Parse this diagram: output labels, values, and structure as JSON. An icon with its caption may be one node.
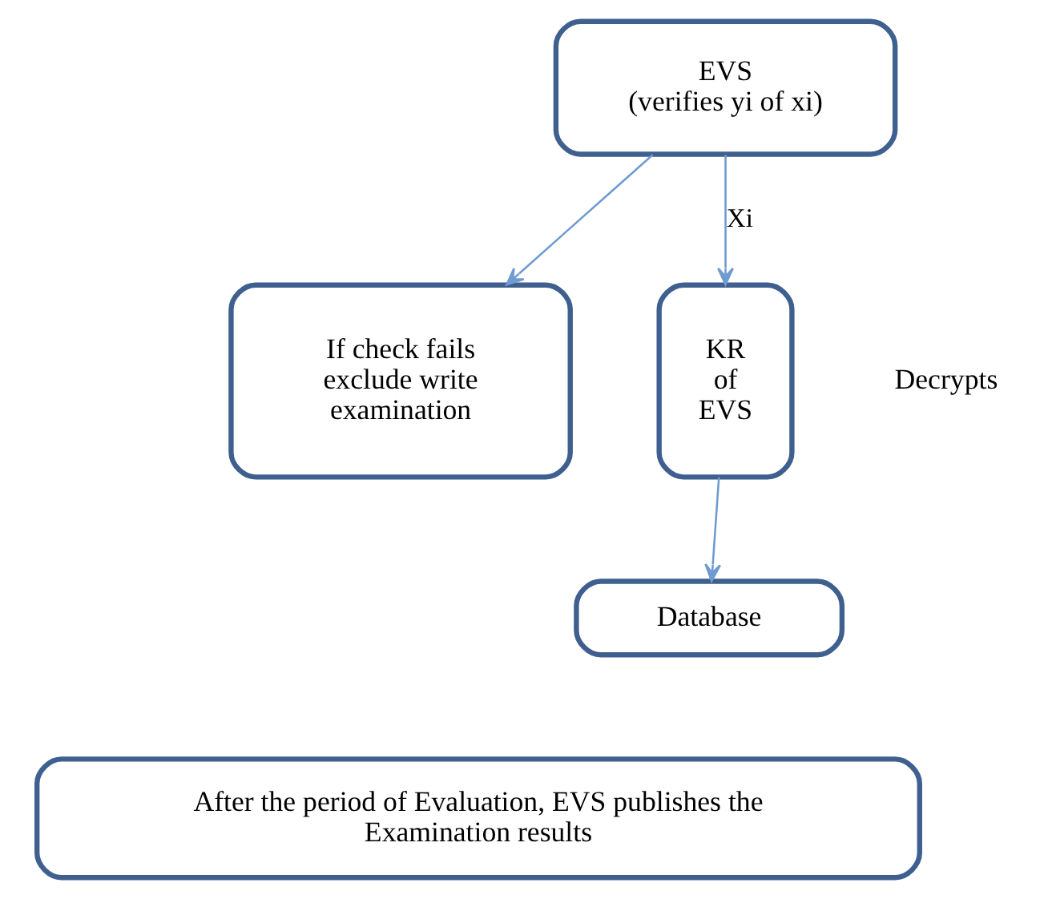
{
  "diagram": {
    "nodes": [
      {
        "text": [
          "EVS",
          "(verifies yi of xi)"
        ]
      },
      {
        "text": [
          "If check fails exclude write examination"
        ]
      },
      {
        "text": [
          "KR of EVS"
        ]
      },
      {
        "text": [
          "Database"
        ]
      },
      {
        "text": [
          "After the period of Evaluation, EVS publishes the Examination results"
        ]
      }
    ],
    "edges": [
      {
        "from": 0,
        "to": 1,
        "arrow": "to"
      },
      {
        "from": 0,
        "to": 2,
        "arrow": "to",
        "label": "Xi"
      },
      {
        "from": 2,
        "to": 3,
        "arrow": "to"
      }
    ],
    "labels": [
      "Decrypts"
    ]
  }
}
